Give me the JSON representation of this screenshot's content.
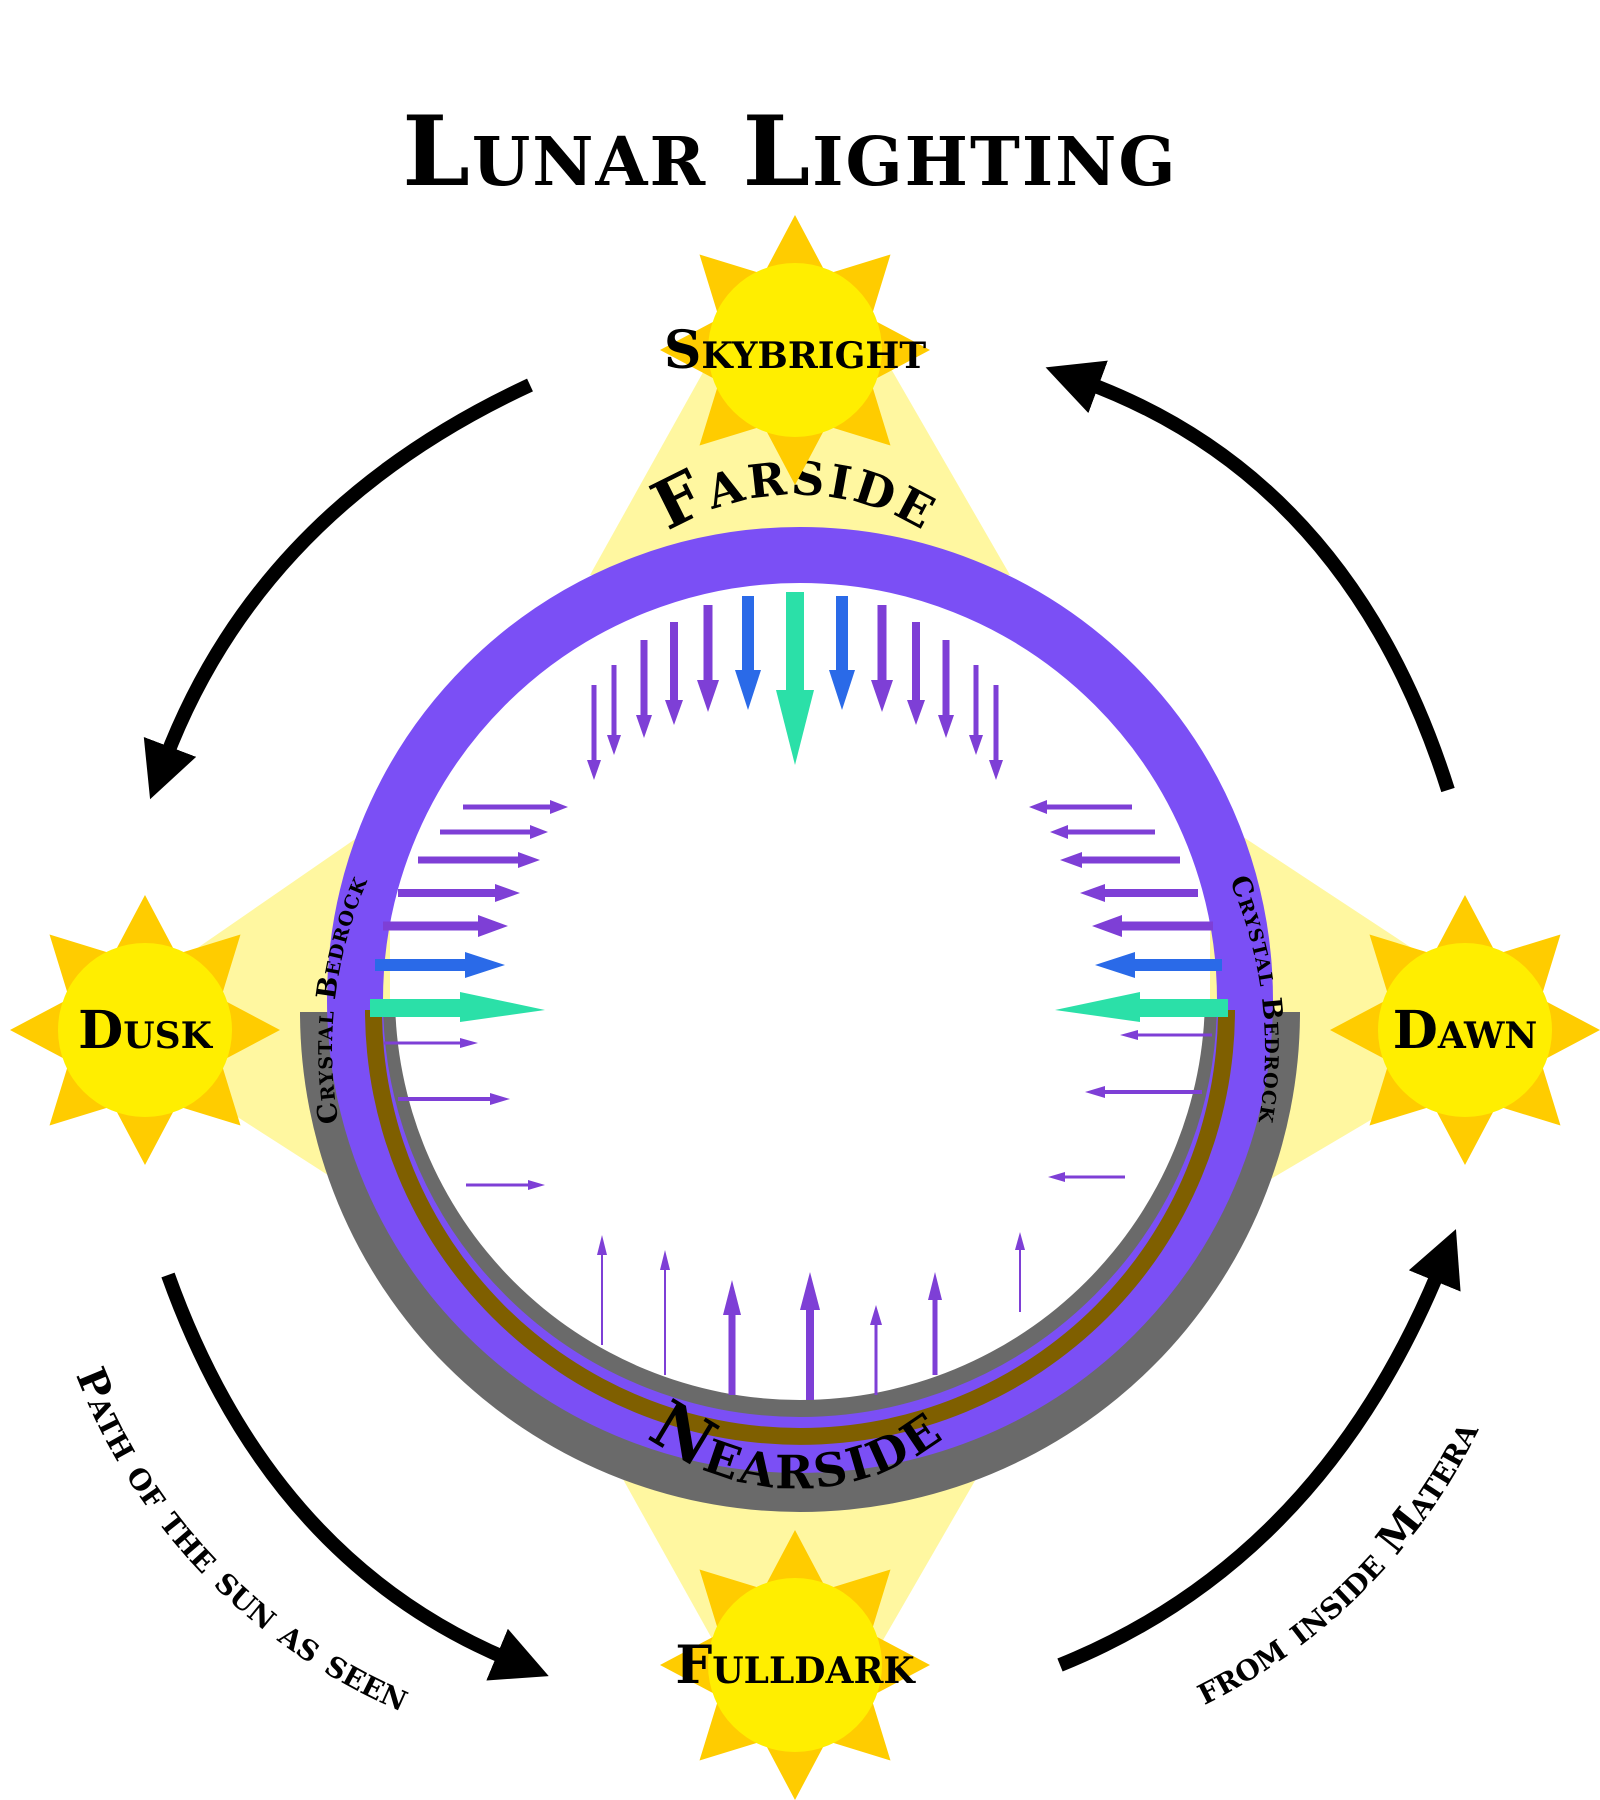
{
  "title": "Lunar Lighting",
  "suns": {
    "skybright": "Skybright",
    "dusk": "Dusk",
    "dawn": "Dawn",
    "fulldark": "Fulldark"
  },
  "ring": {
    "farside": "Farside",
    "nearside": "Nearside",
    "bedrock_left": "Crystal Bedrock",
    "bedrock_right": "Crystal Bedrock"
  },
  "caption": {
    "left": "Path of the sun as seen",
    "right": "from inside Matera"
  },
  "colors": {
    "ring": "#7b4ff5",
    "shell_inner": "#7f5f00",
    "shell_outer": "#6a6a6a",
    "sun_point": "#ffcc00",
    "sun_core": "#ffee00",
    "light_beam": "#fff7a0",
    "arrow_purple": "#7e3fd6",
    "arrow_blue": "#2a6ae8",
    "arrow_teal": "#2be0a8",
    "path_arrow": "#000000"
  }
}
